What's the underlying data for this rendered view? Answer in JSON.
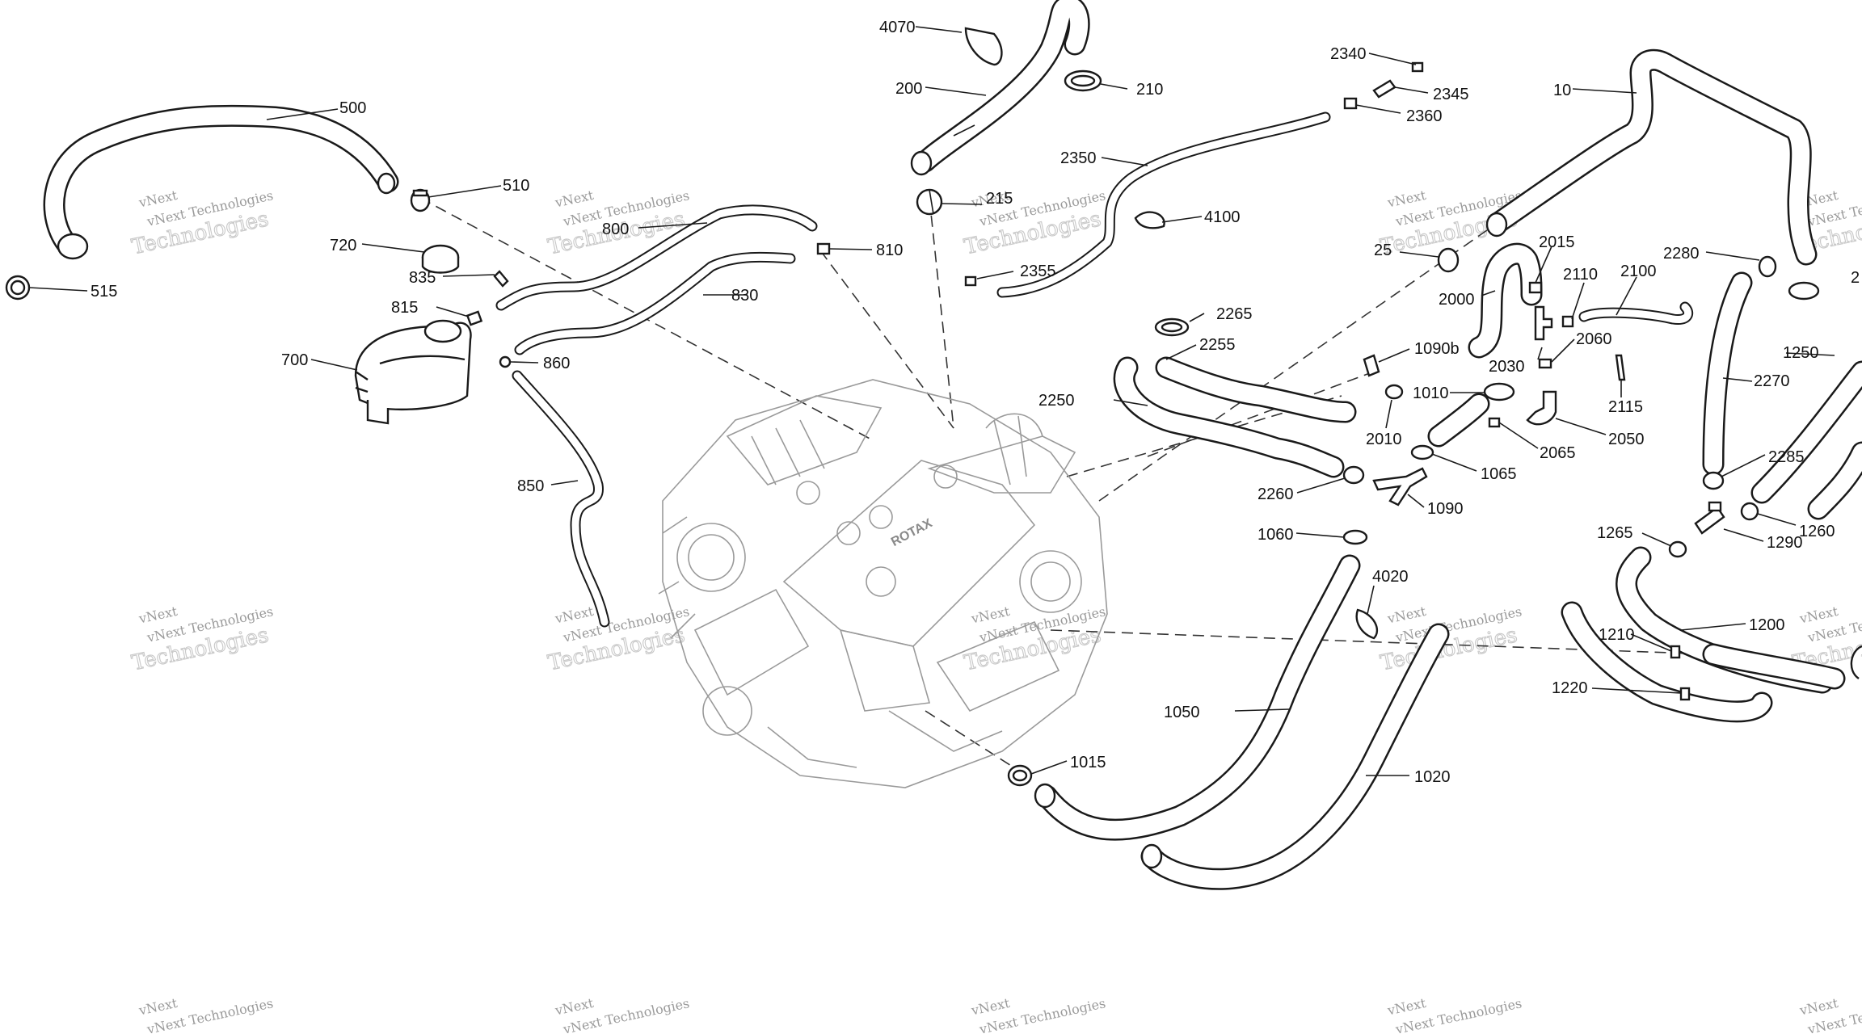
{
  "diagram": {
    "watermark": {
      "brand": "vNext",
      "line1": "vNext Technologies",
      "line2": "Technologies"
    },
    "engine_label": "ROTAX",
    "callouts": [
      {
        "id": "c500",
        "label": "500"
      },
      {
        "id": "c510",
        "label": "510"
      },
      {
        "id": "c515",
        "label": "515"
      },
      {
        "id": "c720",
        "label": "720"
      },
      {
        "id": "c835",
        "label": "835"
      },
      {
        "id": "c815",
        "label": "815"
      },
      {
        "id": "c700",
        "label": "700"
      },
      {
        "id": "c860",
        "label": "860"
      },
      {
        "id": "c850",
        "label": "850"
      },
      {
        "id": "c800",
        "label": "800"
      },
      {
        "id": "c810",
        "label": "810"
      },
      {
        "id": "c830",
        "label": "830"
      },
      {
        "id": "c4070",
        "label": "4070"
      },
      {
        "id": "c200",
        "label": "200"
      },
      {
        "id": "c210",
        "label": "210"
      },
      {
        "id": "c215",
        "label": "215"
      },
      {
        "id": "c2350",
        "label": "2350"
      },
      {
        "id": "c4100",
        "label": "4100"
      },
      {
        "id": "c2355",
        "label": "2355"
      },
      {
        "id": "c2340",
        "label": "2340"
      },
      {
        "id": "c2345",
        "label": "2345"
      },
      {
        "id": "c2360",
        "label": "2360"
      },
      {
        "id": "c10",
        "label": "10"
      },
      {
        "id": "c25",
        "label": "25"
      },
      {
        "id": "c2015",
        "label": "2015"
      },
      {
        "id": "c2000",
        "label": "2000"
      },
      {
        "id": "c2110",
        "label": "2110"
      },
      {
        "id": "c2100",
        "label": "2100"
      },
      {
        "id": "c2280",
        "label": "2280"
      },
      {
        "id": "c2",
        "label": "2"
      },
      {
        "id": "c2265",
        "label": "2265"
      },
      {
        "id": "c2255",
        "label": "2255"
      },
      {
        "id": "c2250",
        "label": "2250"
      },
      {
        "id": "c1090b",
        "label": "1090b"
      },
      {
        "id": "c2030",
        "label": "2030"
      },
      {
        "id": "c2060",
        "label": "2060"
      },
      {
        "id": "c1010",
        "label": "1010"
      },
      {
        "id": "c2010",
        "label": "2010"
      },
      {
        "id": "c2115",
        "label": "2115"
      },
      {
        "id": "c2050",
        "label": "2050"
      },
      {
        "id": "c2065",
        "label": "2065"
      },
      {
        "id": "c2270",
        "label": "2270"
      },
      {
        "id": "c1250",
        "label": "1250"
      },
      {
        "id": "c1065",
        "label": "1065"
      },
      {
        "id": "c2260",
        "label": "2260"
      },
      {
        "id": "c1090",
        "label": "1090"
      },
      {
        "id": "c1060",
        "label": "1060"
      },
      {
        "id": "c2285",
        "label": "2285"
      },
      {
        "id": "c1260",
        "label": "1260"
      },
      {
        "id": "c1265",
        "label": "1265"
      },
      {
        "id": "c1290",
        "label": "1290"
      },
      {
        "id": "c4020",
        "label": "4020"
      },
      {
        "id": "c1050",
        "label": "1050"
      },
      {
        "id": "c1200",
        "label": "1200"
      },
      {
        "id": "c1210",
        "label": "1210"
      },
      {
        "id": "c1220",
        "label": "1220"
      },
      {
        "id": "c1015",
        "label": "1015"
      },
      {
        "id": "c1020",
        "label": "1020"
      }
    ]
  }
}
